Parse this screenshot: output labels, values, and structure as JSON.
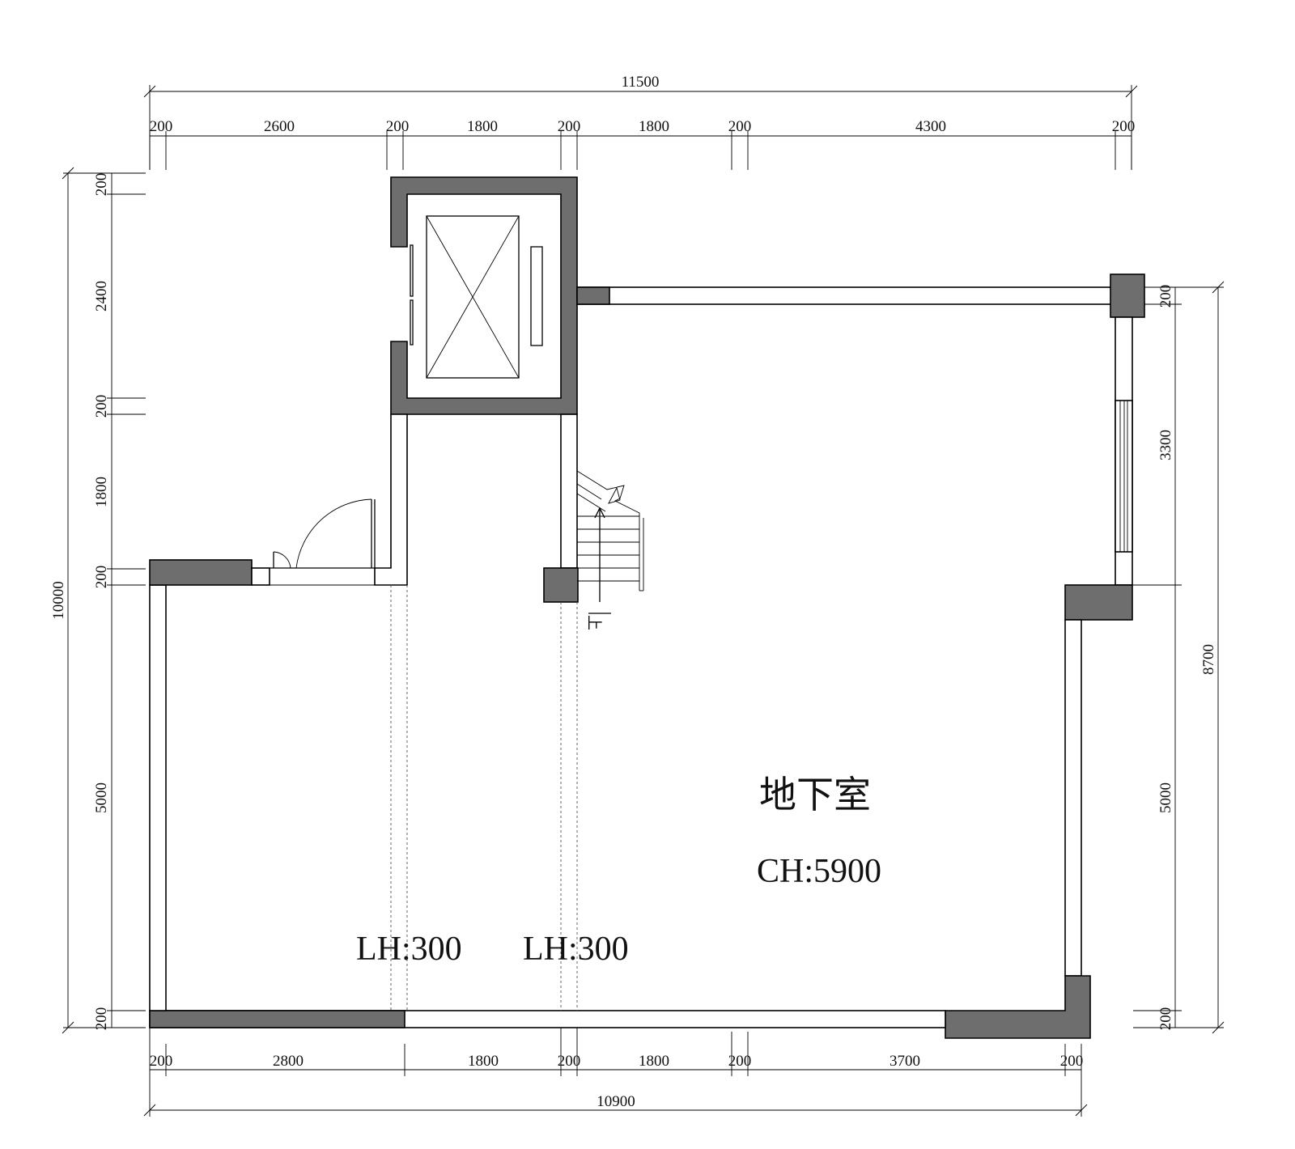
{
  "plan": {
    "room_name": "地下室",
    "ceiling_height": "CH:5900",
    "level_height_1": "LH:300",
    "level_height_2": "LH:300",
    "stair_label": "上"
  },
  "dims": {
    "top_total": "11500",
    "top": [
      "200",
      "2600",
      "200",
      "1800",
      "200",
      "1800",
      "200",
      "4300",
      "200"
    ],
    "bottom": [
      "200",
      "2800",
      "1800",
      "200",
      "1800",
      "200",
      "3700",
      "200"
    ],
    "bottom_total": "10900",
    "left": [
      "200",
      "2400",
      "200",
      "1800",
      "200",
      "5000",
      "200"
    ],
    "left_total": "10000",
    "right": [
      "200",
      "3300",
      "5000",
      "200"
    ],
    "right_total": "8700"
  },
  "colors": {
    "wall_fill": "#6e6e6e",
    "line": "#000000",
    "background": "#ffffff"
  }
}
